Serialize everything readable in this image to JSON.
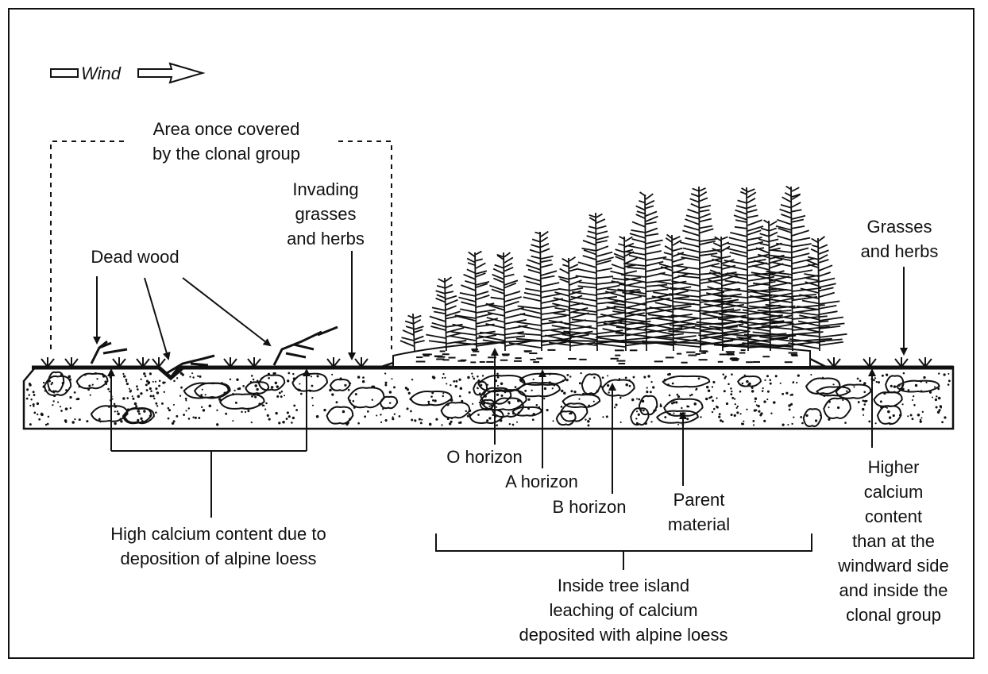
{
  "wind_label": "Wind",
  "labels": {
    "area_once_covered": [
      "Area once covered",
      "by the clonal group"
    ],
    "invading_grasses": [
      "Invading",
      "grasses",
      "and herbs"
    ],
    "dead_wood": "Dead wood",
    "grasses_herbs": [
      "Grasses",
      "and herbs"
    ],
    "high_calcium": [
      "High calcium content due to",
      "deposition of alpine loess"
    ],
    "o_horizon": "O horizon",
    "a_horizon": "A horizon",
    "b_horizon": "B horizon",
    "parent_material": [
      "Parent",
      "material"
    ],
    "inside_tree_island": [
      "Inside tree island",
      "leaching of calcium",
      "deposited with alpine loess"
    ],
    "higher_calcium": [
      "Higher",
      "calcium",
      "content",
      "than at the",
      "windward side",
      "and inside the",
      "clonal group"
    ]
  }
}
